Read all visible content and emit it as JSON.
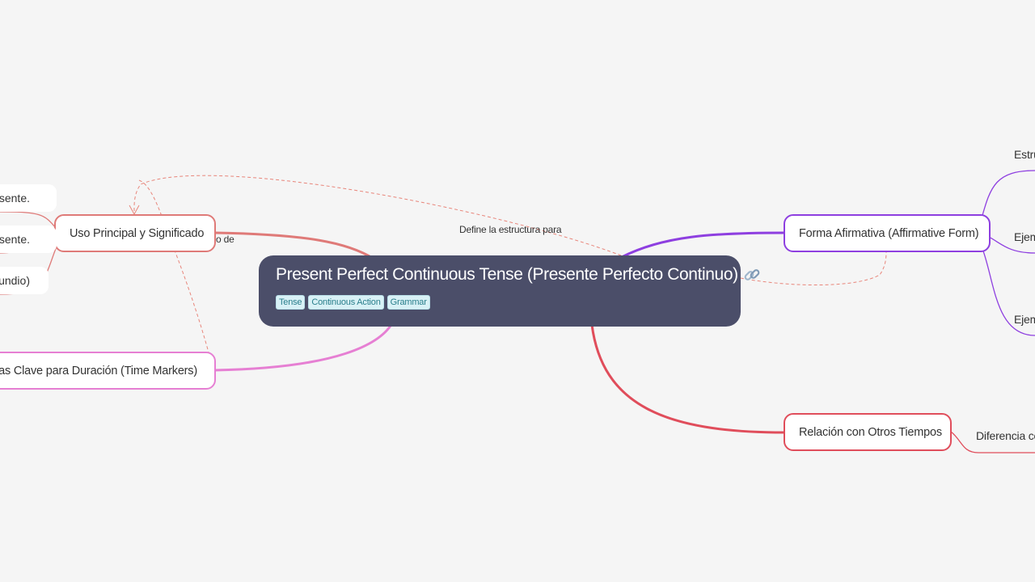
{
  "colors": {
    "background": "#f5f5f5",
    "central_fill": "#4b4e69",
    "branch_uso": "#df7a78",
    "branch_time_markers": "#e67fd3",
    "branch_afirmativa": "#8e3fe0",
    "branch_relacion": "#e04d5b",
    "tag_bg": "#d8f1f6",
    "tag_text": "#2a7f8c"
  },
  "central": {
    "title": "Present Perfect Continuous Tense (Presente Perfecto Continuo)",
    "link_icon": "link-icon",
    "tags": [
      "Tense",
      "Continuous Action",
      "Grammar"
    ]
  },
  "branches": {
    "uso": {
      "label": "Uso Principal y Significado",
      "children": [
        "sente.",
        "sente.",
        "undio)"
      ],
      "partial_label": "o de"
    },
    "time_markers": {
      "label": "abras Clave para Duración (Time Markers)"
    },
    "afirmativa": {
      "label": "Forma Afirmativa (Affirmative Form)",
      "children": [
        "Estru",
        "Ejem",
        "Ejem"
      ]
    },
    "relacion": {
      "label": "Relación con Otros Tiempos",
      "children": [
        "Diferencia co"
      ]
    }
  },
  "relationship": {
    "label": "Define la estructura para"
  }
}
